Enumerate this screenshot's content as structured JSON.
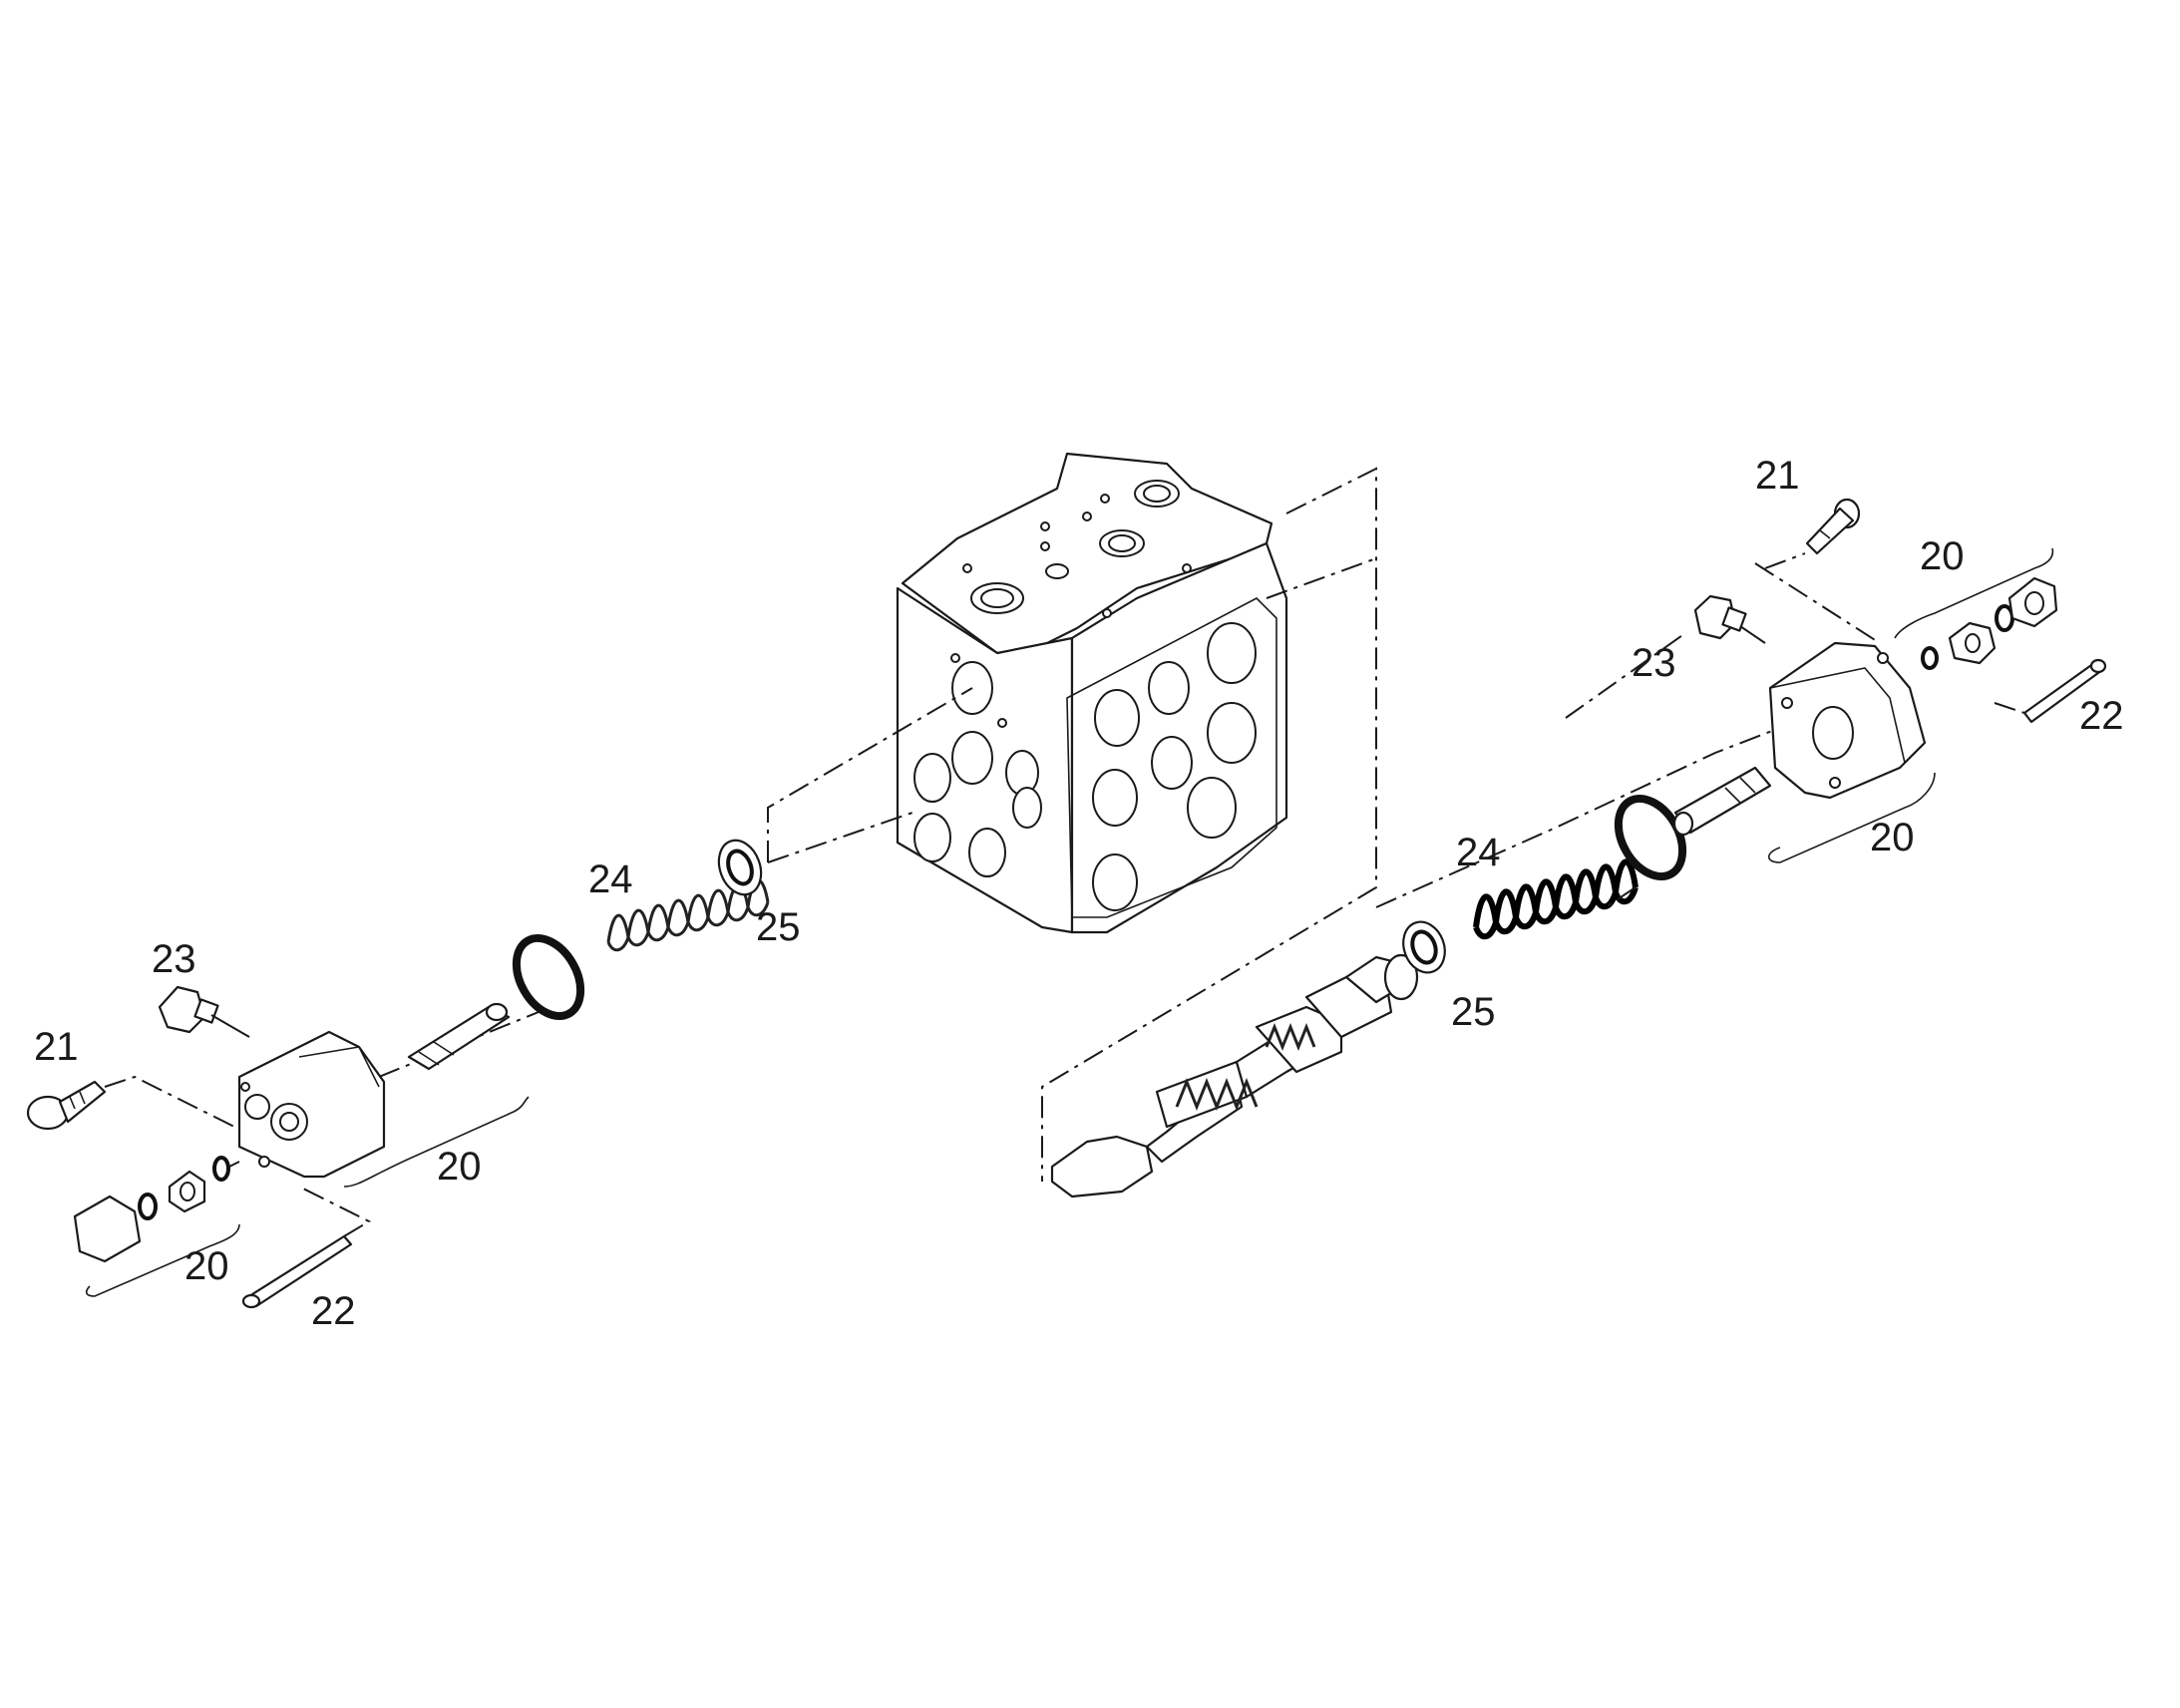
{
  "callouts": [
    {
      "id": "left-21",
      "text": "21"
    },
    {
      "id": "left-23",
      "text": "23"
    },
    {
      "id": "left-20a",
      "text": "20"
    },
    {
      "id": "left-20b",
      "text": "20"
    },
    {
      "id": "left-22",
      "text": "22"
    },
    {
      "id": "left-24",
      "text": "24"
    },
    {
      "id": "left-25",
      "text": "25"
    },
    {
      "id": "right-21",
      "text": "21"
    },
    {
      "id": "right-20a",
      "text": "20"
    },
    {
      "id": "right-23",
      "text": "23"
    },
    {
      "id": "right-22",
      "text": "22"
    },
    {
      "id": "right-20b",
      "text": "20"
    },
    {
      "id": "right-24",
      "text": "24"
    },
    {
      "id": "right-25",
      "text": "25"
    }
  ]
}
